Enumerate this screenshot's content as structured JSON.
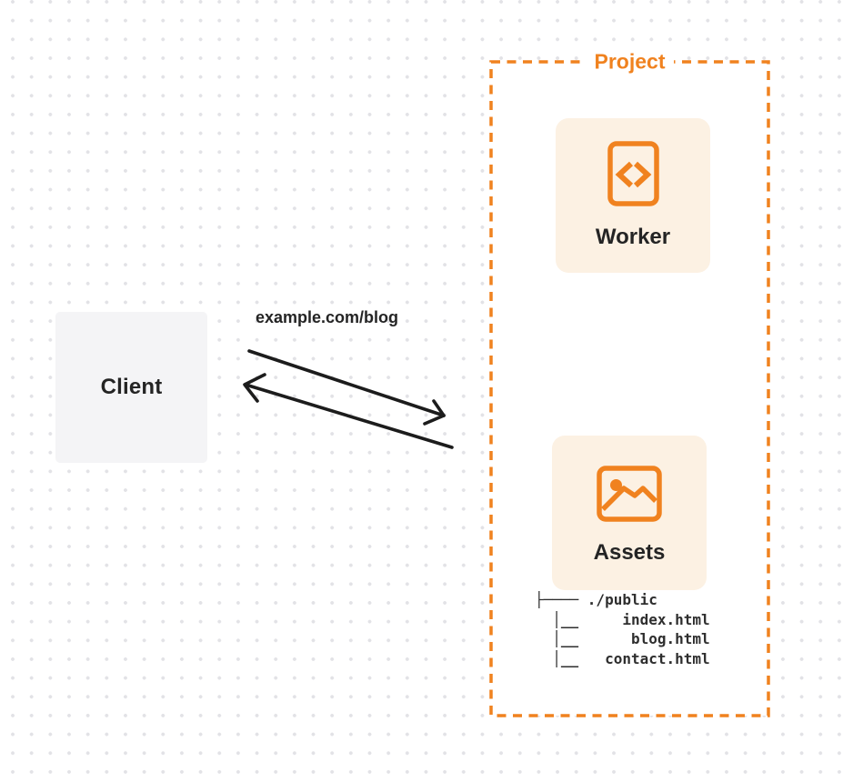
{
  "theme": {
    "accent": "#F0821F",
    "card-bg": "#FCF1E3",
    "client-bg": "#F4F4F6",
    "ink": "#242424",
    "arrow": "#1C1C1C",
    "dot": "#E2E2E6",
    "tree-ink": "#2E2E2E"
  },
  "diagram": {
    "client": {
      "label": "Client"
    },
    "request": {
      "label": "example.com/blog"
    },
    "project": {
      "title": "Project",
      "worker": {
        "label": "Worker",
        "icon": "code-document-icon"
      },
      "assets": {
        "label": "Assets",
        "icon": "image-icon"
      },
      "file_tree": {
        "lines": [
          "├──── ./public",
          "  │__     index.html",
          "  │__      blog.html",
          "  │__   contact.html"
        ]
      }
    }
  }
}
